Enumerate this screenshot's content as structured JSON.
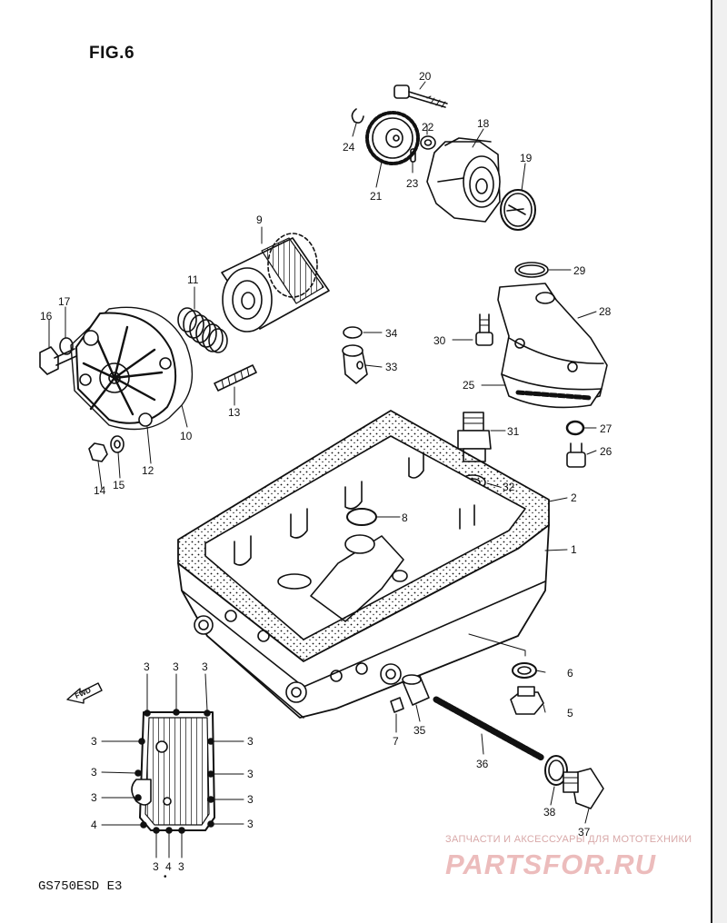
{
  "title": "FIG.6",
  "model_code": "GS750ESD E3",
  "fwd_label": "FWD",
  "watermark": {
    "tagline": "ЗАПЧАСТИ И АКСЕССУАРЫ ДЛЯ МОТОТЕХНИКИ",
    "logo": "PARTSFOR.RU",
    "color": "#e8b4b4"
  },
  "part_numbers": {
    "p1": "1",
    "p2": "2",
    "p5": "5",
    "p6": "6",
    "p7": "7",
    "p8": "8",
    "p9": "9",
    "p10": "10",
    "p11": "11",
    "p12": "12",
    "p13": "13",
    "p14": "14",
    "p15": "15",
    "p16": "16",
    "p17": "17",
    "p18": "18",
    "p19": "19",
    "p20": "20",
    "p21": "21",
    "p22": "22",
    "p23": "23",
    "p24": "24",
    "p25": "25",
    "p26": "26",
    "p27": "27",
    "p28": "28",
    "p29": "29",
    "p30": "30",
    "p31": "31",
    "p32": "32",
    "p33": "33",
    "p34": "34",
    "p35": "35",
    "p36": "36",
    "p37": "37",
    "p38": "38",
    "p3": "3",
    "p4": "4"
  }
}
